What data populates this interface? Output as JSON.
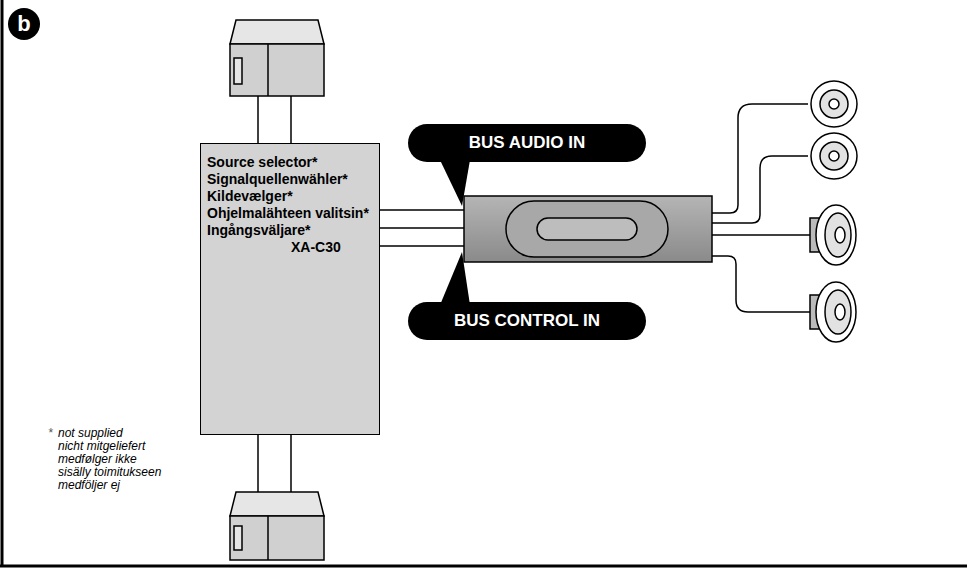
{
  "diagram": {
    "nodes": [
      {
        "text": [
          "Source selector*",
          "Signalquellenwähler*",
          "Kildevælger*",
          "Ohjelmalähteen valitsin*",
          "Ingångsväljare*",
          "XA-C30"
        ]
      },
      {
        "text": [
          "BUS AUDIO IN"
        ]
      },
      {
        "text": [
          "BUS CONTROL IN"
        ]
      }
    ],
    "labels": [
      "b",
      "*",
      "not supplied",
      "nicht mitgeliefert",
      "medfølger ikke",
      "sisälly toimitukseen",
      "medföljer ej"
    ]
  }
}
